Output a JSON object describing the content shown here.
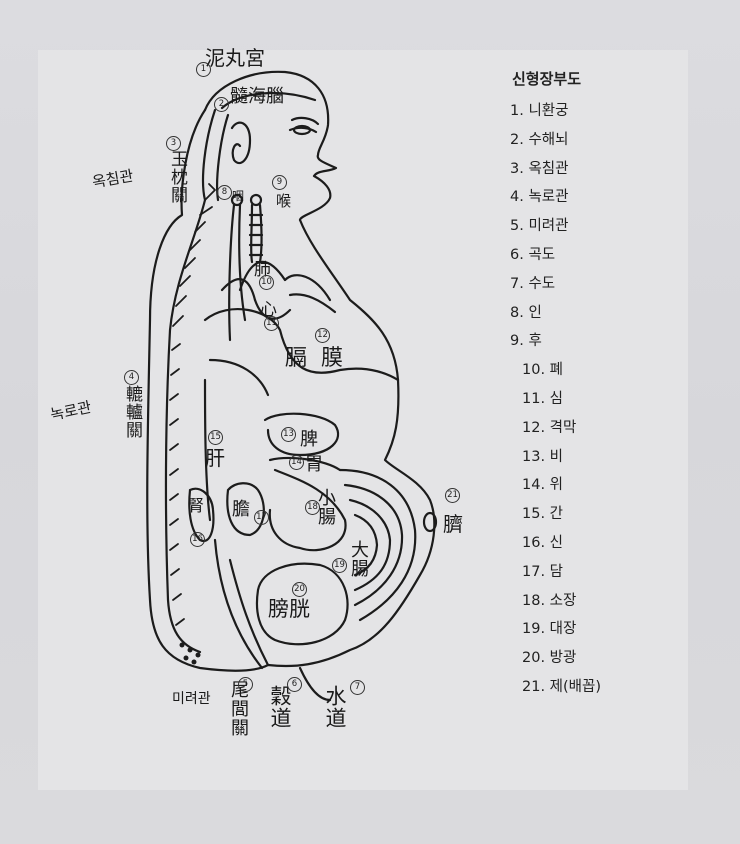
{
  "legend": {
    "title": "신형장부도",
    "items": [
      "1. 니환궁",
      "2. 수해뇌",
      "3. 옥침관",
      "4. 녹로관",
      "5. 미려관",
      "6. 곡도",
      "7. 수도",
      "8. 인",
      "9. 후",
      "10. 폐",
      "11. 심",
      "12. 격막",
      "13. 비",
      "14. 위",
      "15. 간",
      "16. 신",
      "17. 담",
      "18. 소장",
      "19. 대장",
      "20. 방광",
      "21. 제(배꼽)"
    ]
  },
  "figure": {
    "labels": {
      "niwan": "泥丸宮",
      "suhae": "髓海腦",
      "okchim": "玉枕關",
      "nogro": "轆轤關",
      "miryeo": "尾閭關",
      "gokdo": "穀道",
      "sudo": "水道",
      "in": "咽",
      "hu": "喉",
      "pye": "肺",
      "sim": "心",
      "gyeongmak": "膈膜",
      "bi": "脾",
      "wi": "胃",
      "gan": "肝",
      "sin": "腎",
      "dam": "膽",
      "sojang": "小腸",
      "daejang": "大腸",
      "banggwang": "膀胱",
      "je": "臍"
    },
    "handwritten": {
      "okchim_note": "옥침관",
      "nogro_note": "녹로관",
      "miryeo_note": "미려관"
    },
    "numbers": [
      "1",
      "2",
      "3",
      "4",
      "5",
      "6",
      "7",
      "8",
      "9",
      "10",
      "11",
      "12",
      "13",
      "14",
      "15",
      "16",
      "17",
      "18",
      "19",
      "20",
      "21"
    ]
  }
}
